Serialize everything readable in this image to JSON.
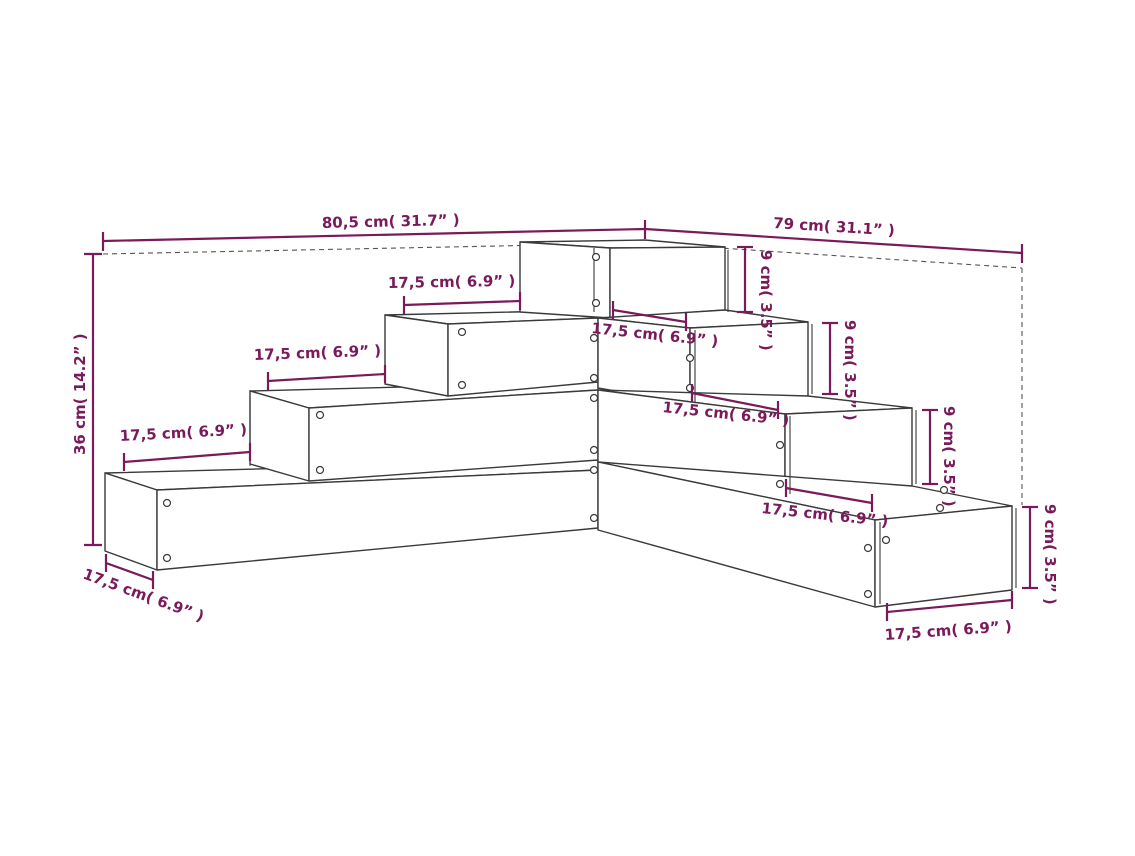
{
  "colors": {
    "dimension": "#7a1a5a",
    "outline": "#3a3a3a",
    "background": "#ffffff"
  },
  "dimensions": {
    "total_width_left": "80,5 cm( 31.7” )",
    "total_width_right": "79 cm( 31.1” )",
    "total_height": "36 cm( 14.2” )",
    "depth_left_base": "17,5 cm( 6.9” )",
    "step_left_1": "17,5 cm( 6.9” )",
    "step_left_2": "17,5 cm( 6.9” )",
    "step_left_3": "17,5 cm( 6.9” )",
    "step_right_1": "17,5 cm( 6.9” )",
    "step_right_2": "17,5 cm( 6.9” )",
    "step_right_3": "17,5 cm( 6.9” )",
    "depth_right_base": "17,5 cm( 6.9” )",
    "height_tier_1": "9 cm( 3.5” )",
    "height_tier_2": "9 cm( 3.5” )",
    "height_tier_3": "9 cm( 3.5” )",
    "height_tier_4": "9 cm( 3.5” )"
  }
}
